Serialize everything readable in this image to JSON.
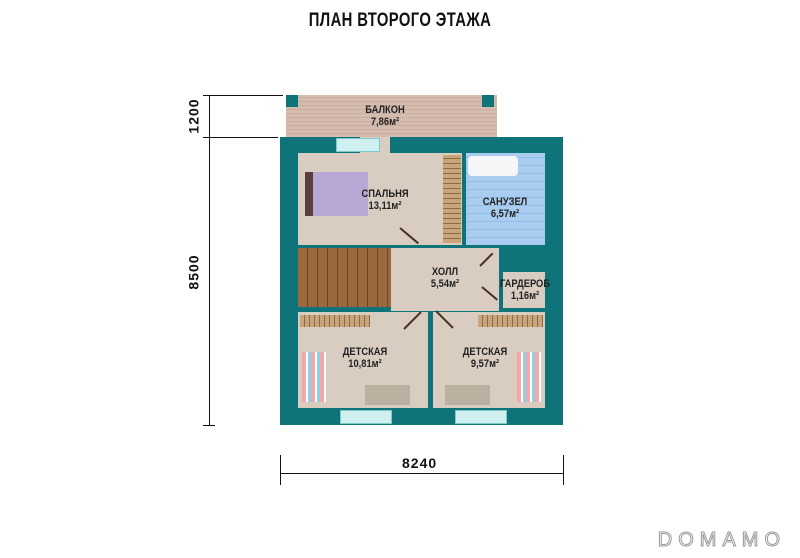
{
  "title": "ПЛАН ВТОРОГО ЭТАЖА",
  "dimensions": {
    "balcony_depth": "1200",
    "height": "8500",
    "width": "8240"
  },
  "rooms": [
    {
      "name": "БАЛКОН",
      "area": "7,86м²"
    },
    {
      "name": "СПАЛЬНЯ",
      "area": "13,11м²"
    },
    {
      "name": "САНУЗЕЛ",
      "area": "6,57м²"
    },
    {
      "name": "ХОЛЛ",
      "area": "5,54м²"
    },
    {
      "name": "ГАРДЕРОБ",
      "area": "1,16м²"
    },
    {
      "name": "ДЕТСКАЯ",
      "area": "10,81м²"
    },
    {
      "name": "ДЕТСКАЯ",
      "area": "9,57м²"
    }
  ],
  "logo": "DOMAMO",
  "colors": {
    "wall": "#0f7479",
    "floor": "#d9cdc1",
    "bath": "#a9cdf0",
    "balcony": "#d2b9ab"
  }
}
